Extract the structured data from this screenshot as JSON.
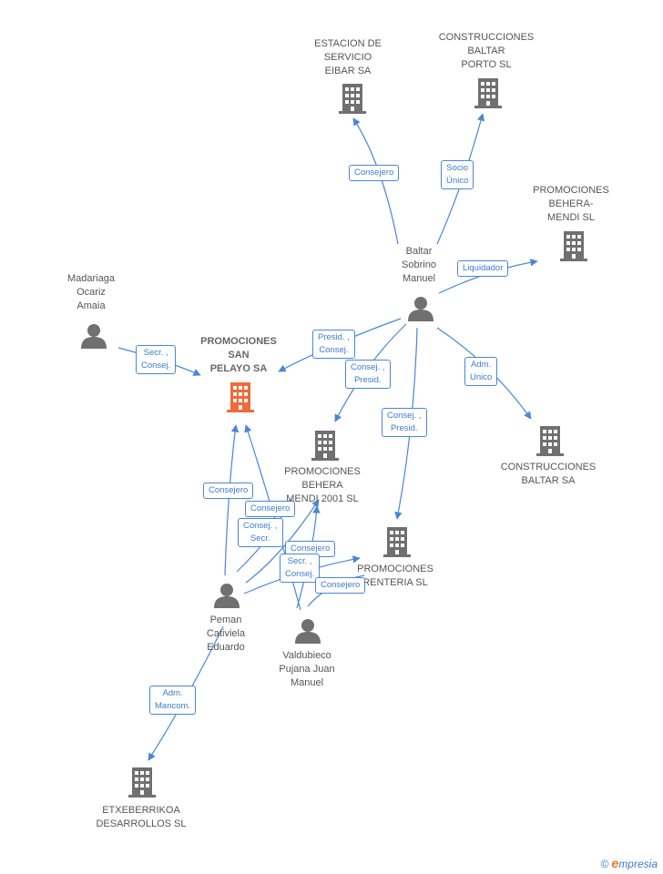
{
  "colors": {
    "edge": "#4a86d9",
    "building": "#707070",
    "focus": "#f06a3a",
    "person": "#707070"
  },
  "nodes": {
    "estacion": {
      "lines": [
        "ESTACION DE",
        "SERVICIO",
        "EIBAR SA"
      ],
      "icon": "building-icon"
    },
    "baltar_porto": {
      "lines": [
        "CONSTRUCCIONES",
        "BALTAR",
        "PORTO SL"
      ],
      "icon": "building-icon"
    },
    "behera_mendi": {
      "lines": [
        "PROMOCIONES",
        "BEHERA-",
        "MENDI SL"
      ],
      "icon": "building-icon"
    },
    "baltar_person": {
      "lines": [
        "Baltar",
        "Sobrino",
        "Manuel"
      ],
      "icon": "person-icon"
    },
    "madariaga": {
      "lines": [
        "Madariaga",
        "Ocariz",
        "Amaia"
      ],
      "icon": "person-icon"
    },
    "san_pelayo": {
      "lines": [
        "PROMOCIONES",
        "SAN",
        "PELAYO SA"
      ],
      "icon": "building-icon-focus"
    },
    "behera_2001": {
      "lines": [
        "PROMOCIONES",
        "BEHERA",
        "MENDI 2001 SL"
      ],
      "icon": "building-icon"
    },
    "renteria": {
      "lines": [
        "PROMOCIONES",
        "RENTERIA  SL"
      ],
      "icon": "building-icon"
    },
    "baltar_sa": {
      "lines": [
        "CONSTRUCCIONES",
        "BALTAR SA"
      ],
      "icon": "building-icon"
    },
    "peman": {
      "lines": [
        "Peman",
        "Cativiela",
        "Eduardo"
      ],
      "icon": "person-icon"
    },
    "valdubieco": {
      "lines": [
        "Valdubieco",
        "Pujana Juan",
        "Manuel"
      ],
      "icon": "person-icon"
    },
    "etxeberrikoa": {
      "lines": [
        "ETXEBERRIKOA",
        "DESARROLLOS SL"
      ],
      "icon": "building-icon"
    }
  },
  "edges": {
    "consejero_estacion": [
      "Consejero"
    ],
    "socio_unico": [
      "Socio",
      "Único"
    ],
    "liquidador": [
      "Liquidador"
    ],
    "secr_consej_madariaga": [
      "Secr. ,",
      "Consej."
    ],
    "presid_consej": [
      "Presid. ,",
      "Consej."
    ],
    "consej_presid_2001": [
      "Consej. ,",
      "Presid."
    ],
    "adm_unico": [
      "Adm.",
      "Unico"
    ],
    "consej_presid_renteria": [
      "Consej. ,",
      "Presid."
    ],
    "consejero_peman_sp": [
      "Consejero"
    ],
    "consejero_vald_sp": [
      "Consejero"
    ],
    "consej_secr_peman": [
      "Consej. ,",
      "Secr."
    ],
    "consejero_peman_2001": [
      "Consejero"
    ],
    "secr_consej_vald": [
      "Secr. ,",
      "Consej."
    ],
    "consejero_vald_renteria": [
      "Consejero"
    ],
    "adm_mancom": [
      "Adm.",
      "Mancom."
    ]
  },
  "brand": {
    "copyright": "©",
    "initial": "e",
    "rest": "mpresia"
  }
}
